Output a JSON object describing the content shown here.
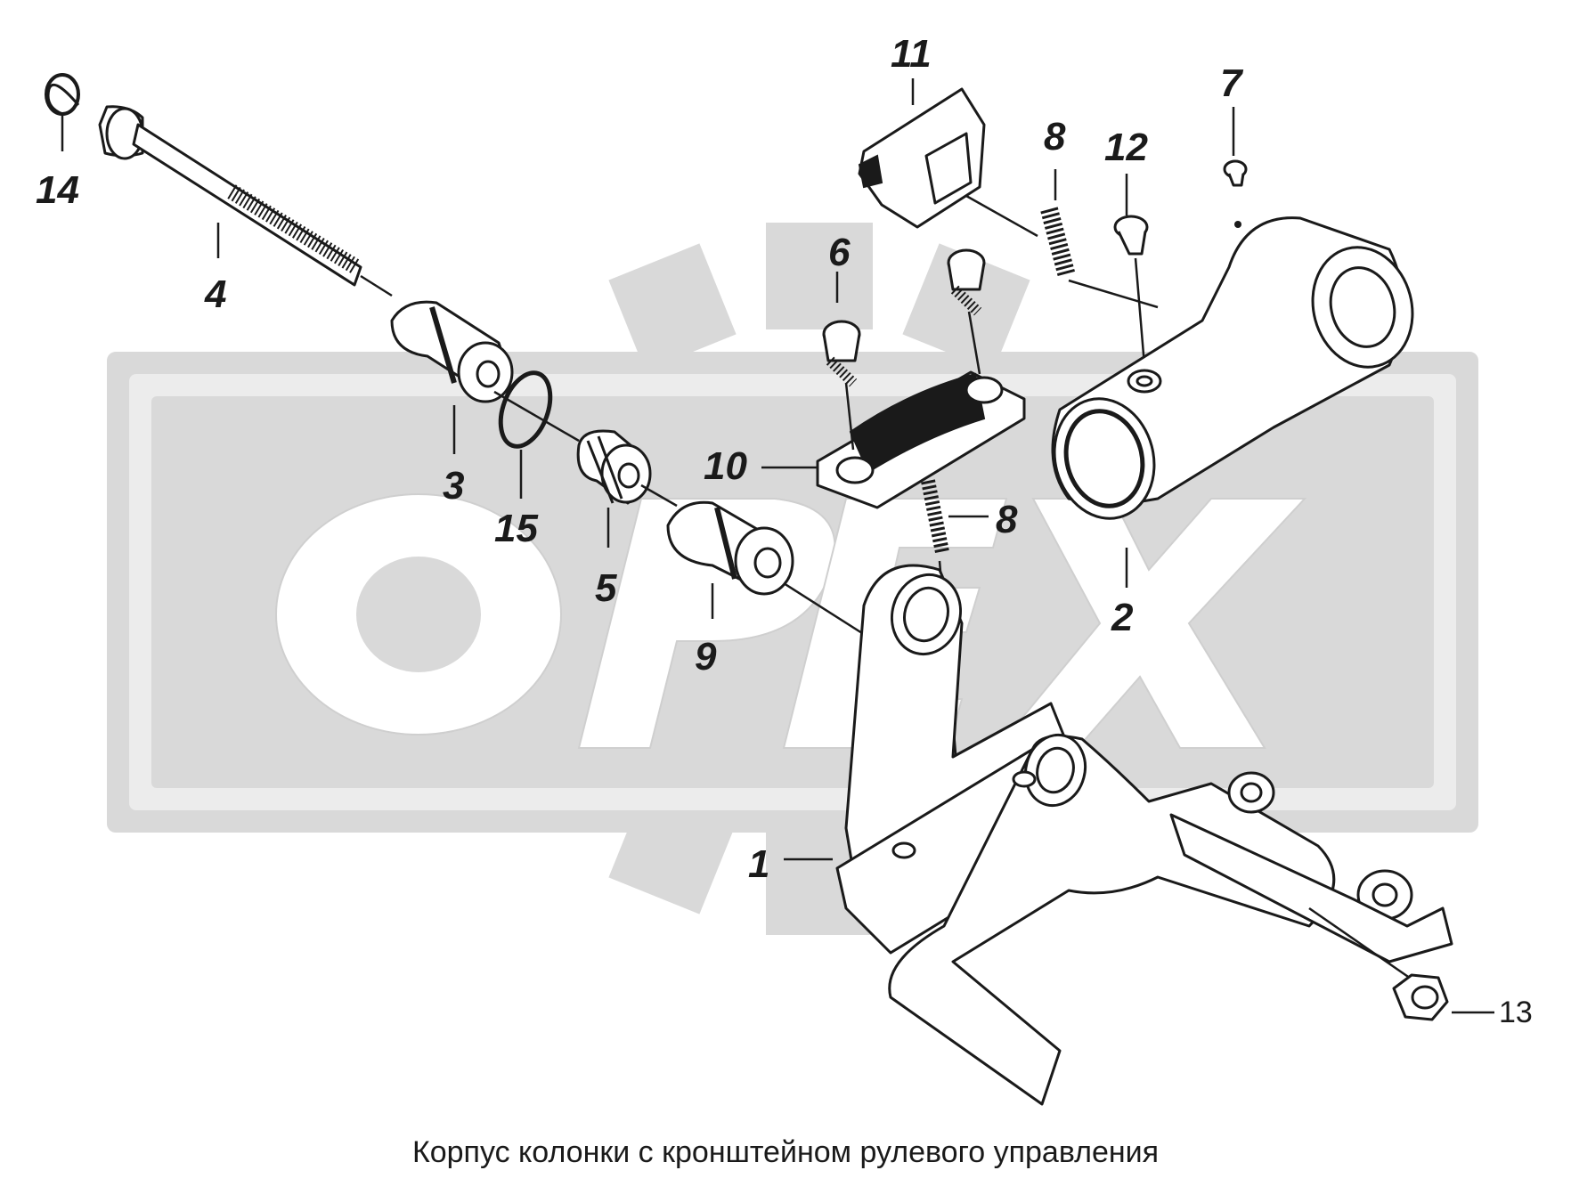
{
  "caption": "Корпус колонки с кронштейном рулевого управления",
  "watermark": {
    "text": "OPEX"
  },
  "callouts": [
    {
      "id": "c1",
      "label": "1"
    },
    {
      "id": "c2",
      "label": "2"
    },
    {
      "id": "c3",
      "label": "3"
    },
    {
      "id": "c4",
      "label": "4"
    },
    {
      "id": "c5",
      "label": "5"
    },
    {
      "id": "c6",
      "label": "6"
    },
    {
      "id": "c7",
      "label": "7"
    },
    {
      "id": "c8a",
      "label": "8"
    },
    {
      "id": "c8b",
      "label": "8"
    },
    {
      "id": "c9",
      "label": "9"
    },
    {
      "id": "c10",
      "label": "10"
    },
    {
      "id": "c11",
      "label": "11"
    },
    {
      "id": "c12",
      "label": "12"
    },
    {
      "id": "c13",
      "label": "13"
    },
    {
      "id": "c14",
      "label": "14"
    },
    {
      "id": "c15",
      "label": "15"
    }
  ]
}
